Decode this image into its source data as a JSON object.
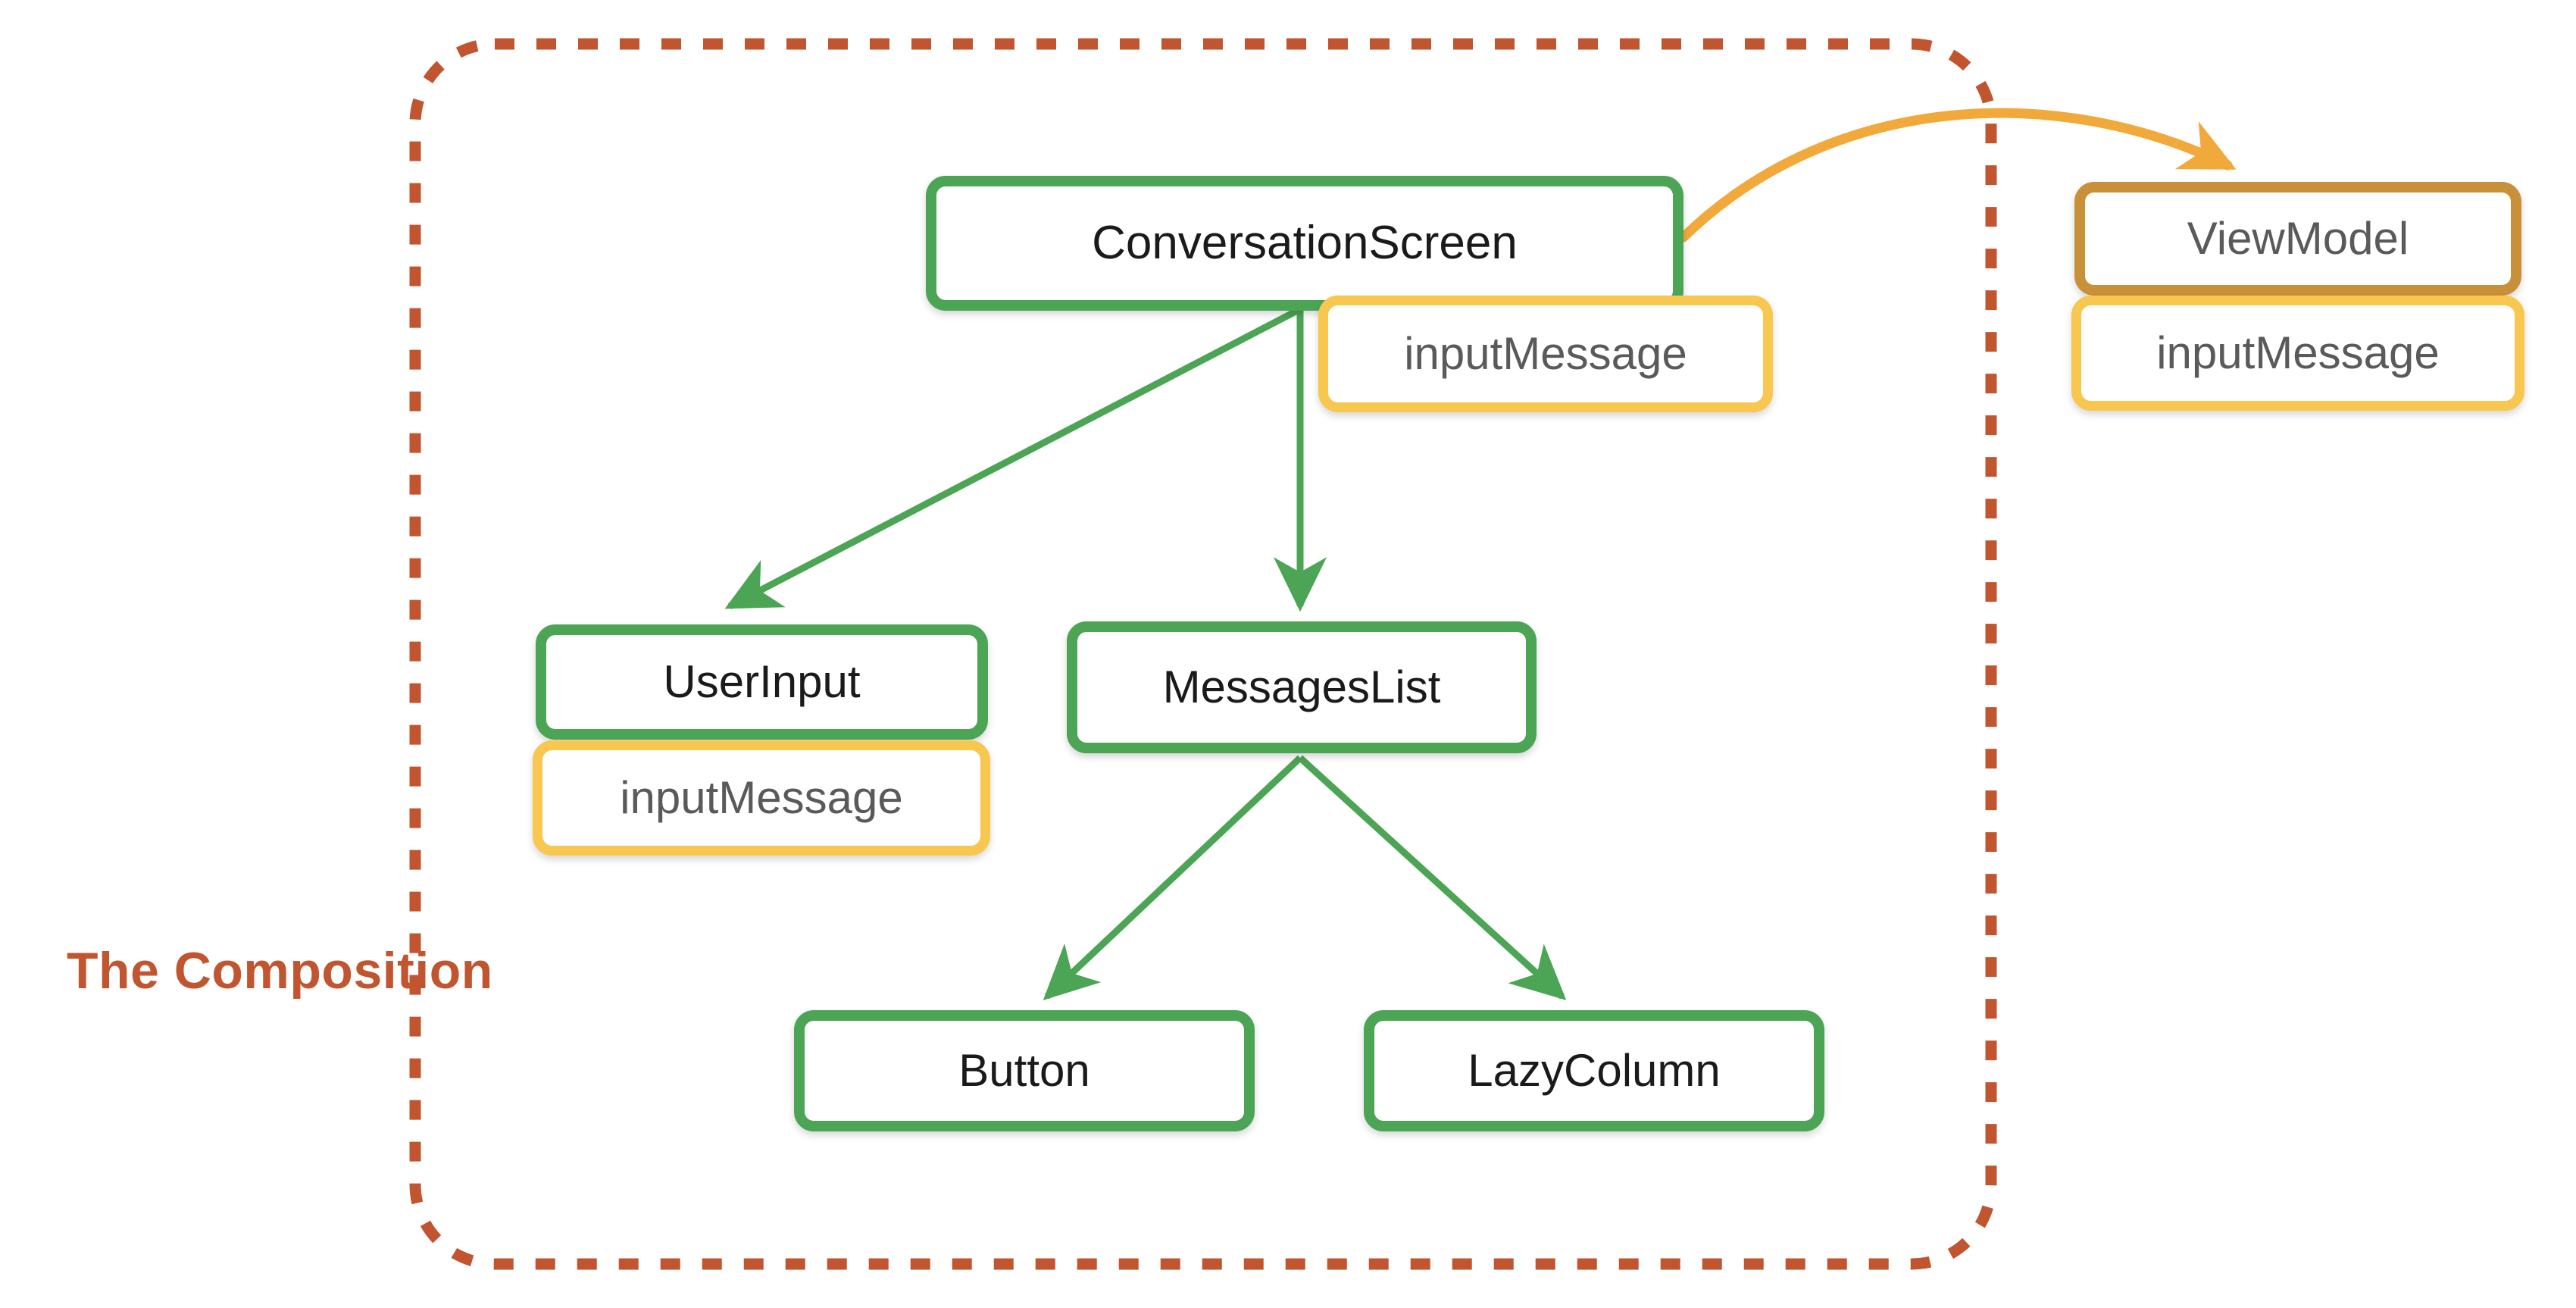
{
  "diagram": {
    "title_label": "The Composition",
    "colors": {
      "composition_boundary": "#C0552F",
      "composable_border": "#4CA455",
      "state_border": "#F8C74F",
      "viewmodel_border": "#C89038",
      "composable_text": "#1A1A1A",
      "state_text": "#5A5A5A",
      "arrow_green": "#4CA455",
      "arrow_orange": "#F2A93B",
      "background": "#FFFFFF"
    },
    "nodes": [
      {
        "id": "conversation-screen",
        "label": "ConversationScreen",
        "kind": "composable"
      },
      {
        "id": "conversation-screen-state",
        "label": "inputMessage",
        "kind": "state"
      },
      {
        "id": "user-input",
        "label": "UserInput",
        "kind": "composable"
      },
      {
        "id": "user-input-state",
        "label": "inputMessage",
        "kind": "state"
      },
      {
        "id": "messages-list",
        "label": "MessagesList",
        "kind": "composable"
      },
      {
        "id": "button",
        "label": "Button",
        "kind": "composable"
      },
      {
        "id": "lazy-column",
        "label": "LazyColumn",
        "kind": "composable"
      },
      {
        "id": "view-model",
        "label": "ViewModel",
        "kind": "viewmodel"
      },
      {
        "id": "view-model-state",
        "label": "inputMessage",
        "kind": "state"
      }
    ],
    "edges": [
      {
        "from": "conversation-screen",
        "to": "user-input",
        "style": "solid-green"
      },
      {
        "from": "conversation-screen",
        "to": "messages-list",
        "style": "solid-green"
      },
      {
        "from": "messages-list",
        "to": "button",
        "style": "solid-green"
      },
      {
        "from": "messages-list",
        "to": "lazy-column",
        "style": "solid-green"
      },
      {
        "from": "conversation-screen",
        "to": "view-model",
        "style": "curved-orange"
      }
    ],
    "boundary": {
      "label": "The Composition",
      "contains": [
        "conversation-screen",
        "conversation-screen-state",
        "user-input",
        "user-input-state",
        "messages-list",
        "button",
        "lazy-column"
      ]
    }
  }
}
